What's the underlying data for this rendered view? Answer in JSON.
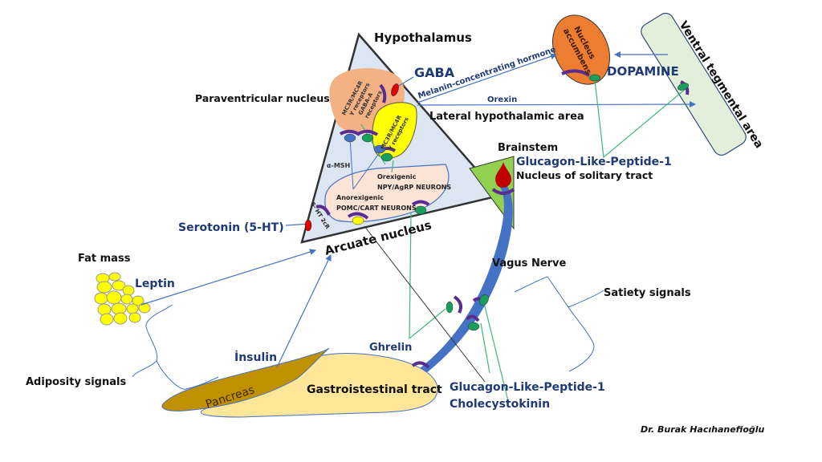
{
  "labels": {
    "hypothalamus": "Hypothalamus",
    "paraventricular": "Paraventricular nucleus",
    "gaba": "GABA",
    "mch": "Melanin-concentrating hormone",
    "orexin": "Orexin",
    "lateral_hypothalamic": "Lateral hypothalamic area",
    "nucleus_accumbens_1": "Nucleus",
    "nucleus_accumbens_2": "accumbens",
    "dopamine": "DOPAMINE",
    "vta": "Ventral tegmental area",
    "brainstem": "Brainstem",
    "glp1_top": "Glucagon-Like-Peptide-1",
    "nts": "Nucleus of solitary tract",
    "pvn_receptors_1": "MC3R/MC4R",
    "pvn_receptors_2": "Y receptors",
    "pvn_receptors_3": "GABA-A",
    "pvn_receptors_4": "receptors",
    "lha_receptors_1": "MC3R/MC4R",
    "lha_receptors_2": "Y receptors",
    "alpha_msh": "α-MSH",
    "orexigenic": "Orexigenic",
    "npy_agrp": "NPY/AgRP NEURONS",
    "anorexigenic": "Anorexigenic",
    "pomc_cart": "POMC/CART NEURONS",
    "ht2cr": "5- HT 2cR",
    "serotonin": "Serotonin (5-HT)",
    "arcuate": "Arcuate nucleus",
    "fat_mass": "Fat mass",
    "leptin": "Leptin",
    "vagus": "Vagus Nerve",
    "satiety": "Satiety signals",
    "insulin": "İnsulin",
    "ghrelin": "Ghrelin",
    "adiposity": "Adiposity signals",
    "pancreas": "Pancreas",
    "gi_tract": "Gastroistestinal tract",
    "glp1_bottom": "Glucagon-Like-Peptide-1",
    "cck": "Cholecystokinin",
    "author": "Dr. Burak Hacıhanefioğlu"
  },
  "colors": {
    "triangle_fill": "#dce6f2",
    "pvn_fill": "#f4b183",
    "lha_fill": "#ffff00",
    "arcuate_fill": "#fbe3d6",
    "accumbens_fill": "#ed7d31",
    "vta_fill": "#e2efda",
    "brainstem_fill": "#92d050",
    "vagus_fill": "#4472c4",
    "gi_fill": "#ffe699",
    "pancreas_fill": "#bf9000",
    "fat_fill": "#ffff00",
    "receptor_purple": "#5b2c8f",
    "ligand_green": "#1a9e5c",
    "ligand_blue": "#4472c4",
    "ligand_red": "#e00000",
    "arrow_blue": "#4472c4",
    "line_green": "#3cb878",
    "text_navy": "#1f3a78"
  }
}
